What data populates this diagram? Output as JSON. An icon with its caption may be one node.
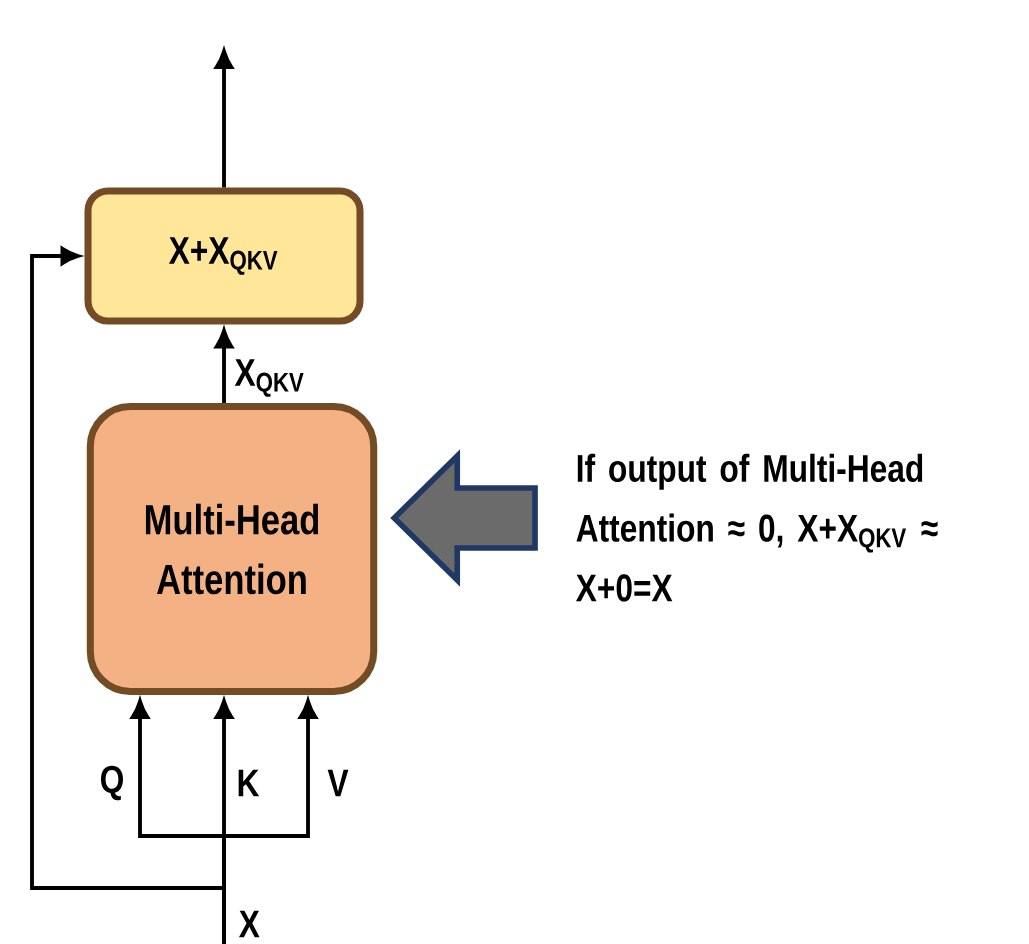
{
  "diagram": {
    "nodes": [
      {
        "text": [
          "X+X$_{QKV}$"
        ]
      },
      {
        "text": [
          "Multi-Head Attention"
        ]
      },
      {
        "text": [
          "X"
        ]
      },
      {
        "text": [
          "If output of Multi-Head Attention ≈ 0, X+X$_{QKV}$ ≈ X+0=X"
        ]
      }
    ],
    "edges": [
      {
        "from": 2,
        "to": 1,
        "arrow": "to",
        "label": "Q"
      },
      {
        "from": 2,
        "to": 1,
        "arrow": "to",
        "label": "K"
      },
      {
        "from": 2,
        "to": 1,
        "arrow": "to",
        "label": "V"
      },
      {
        "from": 2,
        "to": 0,
        "arrow": "to"
      },
      {
        "from": 1,
        "to": 0,
        "arrow": "to",
        "label": "X$_{QKV}$"
      },
      {
        "from": 0,
        "to": null,
        "arrow": "to"
      },
      {
        "from": 3,
        "to": 1,
        "arrow": "to",
        "style": "thick",
        "color": "#6b6b6b"
      }
    ]
  }
}
